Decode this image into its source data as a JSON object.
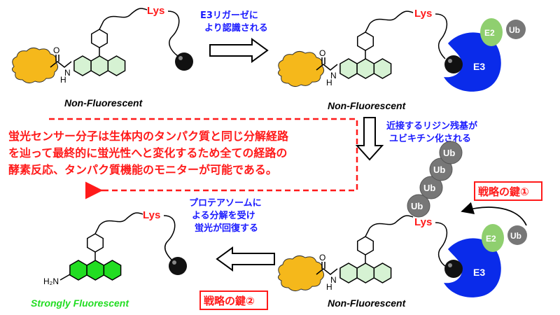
{
  "colors": {
    "red": "#ff1a1a",
    "blue": "#1a1aff",
    "green": "#22dd22",
    "pale_green": "#d6f2d3",
    "cargo_yellow": "#f5b81b",
    "e3_blue": "#0a2bea",
    "e2_green": "#8fcf6f",
    "ub_gray": "#777777"
  },
  "labels": {
    "lys": "Lys",
    "e3": "E3",
    "e2": "E2",
    "ub": "Ub",
    "nh": "N",
    "nh_h": "H",
    "o": "O",
    "h2n": "H₂N",
    "non_fluorescent": "Non-Fluorescent",
    "strongly_fluorescent": "Strongly Fluorescent"
  },
  "steps": {
    "step1": [
      "E3リガーゼに",
      "より認識される"
    ],
    "step2": [
      "近接するリジン残基が",
      "ユビキチン化される"
    ],
    "step3": [
      "プロテアソームに",
      "よる分解を受け",
      "蛍光が回復する"
    ]
  },
  "summary": [
    "蛍光センサー分子は生体内のタンパク質と同じ分解経路",
    "を辿って最終的に蛍光性へと変化するため全ての経路の",
    "酵素反応、タンパク質機能のモニターが可能である。"
  ],
  "keys": {
    "key1": "戦略の鍵①",
    "key2": "戦略の鍵②"
  }
}
